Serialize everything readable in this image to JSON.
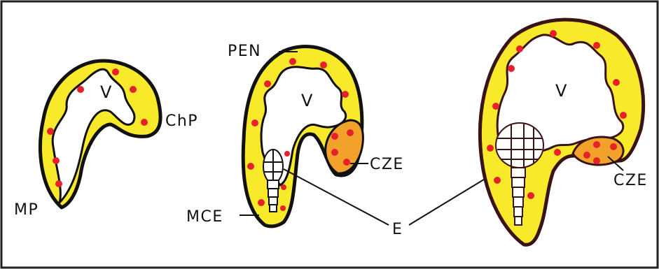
{
  "labels": {
    "ventricle_left": "V",
    "choroid_plexus": "ChP",
    "medial_pallium": "MP",
    "pallial_epi_neuroepithelium": "PEN",
    "ventricle_middle": "V",
    "corticohem_zone_middle": "CZE",
    "medial_cortex_epithelium": "MCE",
    "embryo_label": "E",
    "ventricle_right": "V",
    "corticohem_zone_right": "CZE"
  },
  "colors": {
    "tissue_fill": "#f8ea2a",
    "outline": "#111111",
    "outline_right": "#3a1414",
    "dots": "#e8202a",
    "cze_fill": "#f2a22a",
    "frame": "#222222",
    "background": "#ffffff"
  }
}
